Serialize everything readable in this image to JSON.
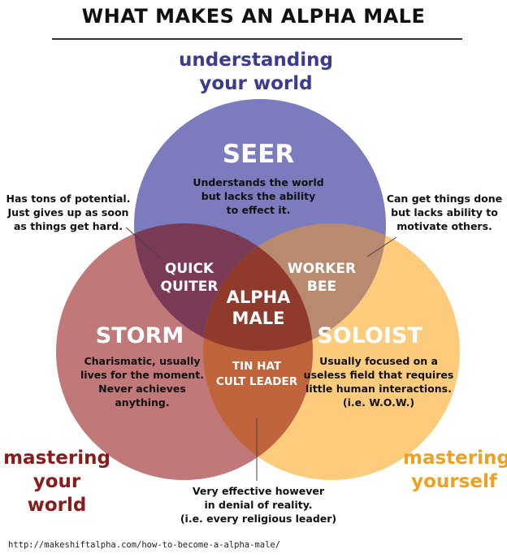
{
  "title": "WHAT MAKES AN ALPHA MALE",
  "axes": {
    "top": [
      "understanding",
      "your world"
    ],
    "left": [
      "mastering",
      "your world"
    ],
    "right": [
      "mastering",
      "yourself"
    ]
  },
  "circles": {
    "seer": {
      "title": "SEER",
      "desc": [
        "Understands the world",
        "but lacks the ability",
        "to effect it."
      ],
      "color": "#7b7bbd"
    },
    "storm": {
      "title": "STORM",
      "desc": [
        "Charismatic, usually",
        "lives for the moment.",
        "Never achieves",
        "anything."
      ],
      "color": "#c07878"
    },
    "soloist": {
      "title": "SOLOIST",
      "desc": [
        "Usually focused on a",
        "useless field that requires",
        "little human interactions.",
        "(i.e. W.O.W.)"
      ],
      "color": "#fccb7c"
    }
  },
  "overlaps": {
    "quick_quiter": [
      "QUICK",
      "QUITER"
    ],
    "worker_bee": [
      "WORKER",
      "BEE"
    ],
    "tin_hat": [
      "TIN HAT",
      "CULT LEADER"
    ],
    "alpha": [
      "ALPHA",
      "MALE"
    ]
  },
  "annotations": {
    "quick_quiter": [
      "Has tons of potential.",
      "Just gives up as soon",
      "as things get hard."
    ],
    "worker_bee": [
      "Can get things done",
      "but lacks ability to",
      "motivate others."
    ],
    "tin_hat": [
      "Very effective however",
      "in denial of reality.",
      "(i.e. every religious leader)"
    ]
  },
  "colors": {
    "top_axis": "#3b3b8f",
    "left_axis": "#8b1a1a",
    "right_axis": "#f0a020",
    "quick_quiter": "#7a3a55",
    "worker_bee": "#b88a70",
    "tin_hat": "#c0643c",
    "alpha": "#8f3a2a"
  },
  "source_url": "http://makeshiftalpha.com/how-to-become-a-alpha-male/"
}
